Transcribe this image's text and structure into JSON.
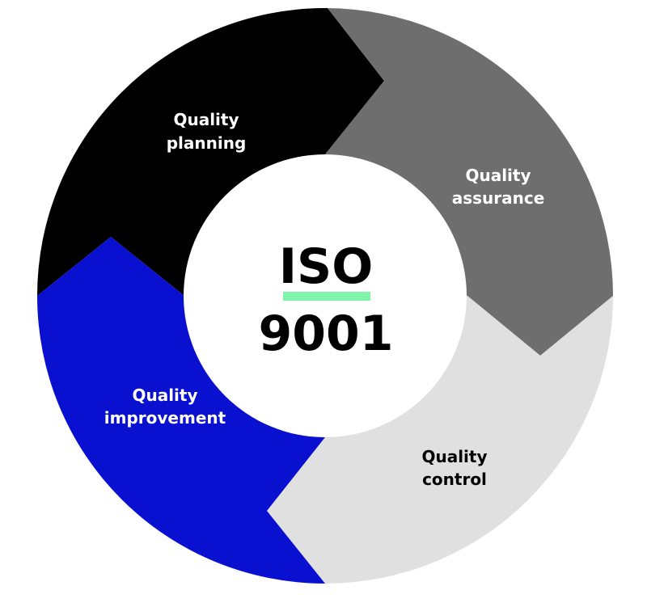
{
  "center": {
    "line1": "ISO",
    "line2": "9001"
  },
  "segments": [
    {
      "line1": "Quality",
      "line2": "planning",
      "color": "#000000",
      "text_color": "#ffffff"
    },
    {
      "line1": "Quality",
      "line2": "assurance",
      "color": "#6e6e6e",
      "text_color": "#ffffff"
    },
    {
      "line1": "Quality",
      "line2": "control",
      "color": "#e0e0e0",
      "text_color": "#000000"
    },
    {
      "line1": "Quality",
      "line2": "improvement",
      "color": "#0a10d0",
      "text_color": "#ffffff"
    }
  ],
  "accent": "#7ef5a8"
}
